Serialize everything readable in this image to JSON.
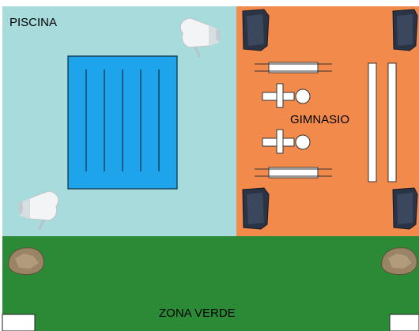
{
  "zones": {
    "pool": {
      "label": "PISCINA",
      "color": "#a8dcdc"
    },
    "gym": {
      "label": "GIMNASIO",
      "color": "#f28a4b"
    },
    "green": {
      "label": "ZONA VERDE",
      "color": "#2a8a36"
    }
  },
  "pool_lanes": 6,
  "colors": {
    "pool_water": "#1ea4ea",
    "speaker": "#2a3445",
    "equipment": "#ffffff",
    "rock": "#9a8466"
  },
  "icons": [
    "pool-icon",
    "shower-icon",
    "speaker-icon",
    "bench-icon",
    "dumbbell-icon",
    "rock-icon",
    "gate-icon"
  ]
}
